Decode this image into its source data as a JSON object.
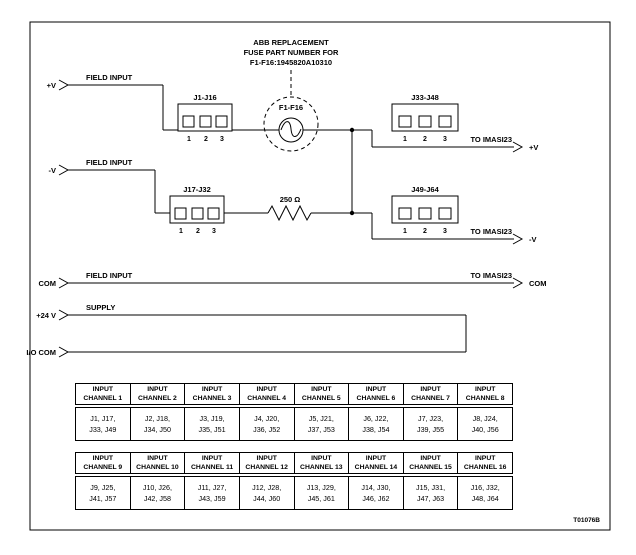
{
  "figure_id": "T01076B",
  "note": {
    "line1": "ABB REPLACEMENT",
    "line2": "FUSE PART NUMBER FOR",
    "line3": "F1-F16:1945820A10310"
  },
  "fuse_label": "F1-F16",
  "resistor_label": "250 Ω",
  "connectors": {
    "top_left": "J1-J16",
    "bottom_left": "J17-J32",
    "top_right": "J33-J48",
    "bottom_right": "J49-J64"
  },
  "pins": {
    "p1": "1",
    "p2": "2",
    "p3": "3"
  },
  "left_labels": {
    "plus_v": "+V",
    "minus_v": "-V",
    "com": "COM",
    "plus_24": "+24 V",
    "io_com": "I/O COM",
    "field_input": "FIELD INPUT",
    "supply": "SUPPLY"
  },
  "right_labels": {
    "to_imasi": "TO IMASI23",
    "plus_v": "+V",
    "minus_v": "-V",
    "com": "COM"
  },
  "tables": [
    {
      "headers": [
        [
          "INPUT",
          "CHANNEL 1"
        ],
        [
          "INPUT",
          "CHANNEL 2"
        ],
        [
          "INPUT",
          "CHANNEL 3"
        ],
        [
          "INPUT",
          "CHANNEL 4"
        ],
        [
          "INPUT",
          "CHANNEL 5"
        ],
        [
          "INPUT",
          "CHANNEL 6"
        ],
        [
          "INPUT",
          "CHANNEL 7"
        ],
        [
          "INPUT",
          "CHANNEL 8"
        ]
      ],
      "cells": [
        [
          "J1, J17,",
          "J33, J49"
        ],
        [
          "J2, J18,",
          "J34, J50"
        ],
        [
          "J3, J19,",
          "J35, J51"
        ],
        [
          "J4, J20,",
          "J36, J52"
        ],
        [
          "J5, J21,",
          "J37, J53"
        ],
        [
          "J6, J22,",
          "J38, J54"
        ],
        [
          "J7, J23,",
          "J39, J55"
        ],
        [
          "J8, J24,",
          "J40, J56"
        ]
      ]
    },
    {
      "headers": [
        [
          "INPUT",
          "CHANNEL 9"
        ],
        [
          "INPUT",
          "CHANNEL 10"
        ],
        [
          "INPUT",
          "CHANNEL 11"
        ],
        [
          "INPUT",
          "CHANNEL 12"
        ],
        [
          "INPUT",
          "CHANNEL 13"
        ],
        [
          "INPUT",
          "CHANNEL 14"
        ],
        [
          "INPUT",
          "CHANNEL 15"
        ],
        [
          "INPUT",
          "CHANNEL 16"
        ]
      ],
      "cells": [
        [
          "J9, J25,",
          "J41, J57"
        ],
        [
          "J10, J26,",
          "J42, J58"
        ],
        [
          "J11, J27,",
          "J43, J59"
        ],
        [
          "J12, J28,",
          "J44, J60"
        ],
        [
          "J13, J29,",
          "J45, J61"
        ],
        [
          "J14, J30,",
          "J46, J62"
        ],
        [
          "J15, J31,",
          "J47, J63"
        ],
        [
          "J16, J32,",
          "J48, J64"
        ]
      ]
    }
  ]
}
